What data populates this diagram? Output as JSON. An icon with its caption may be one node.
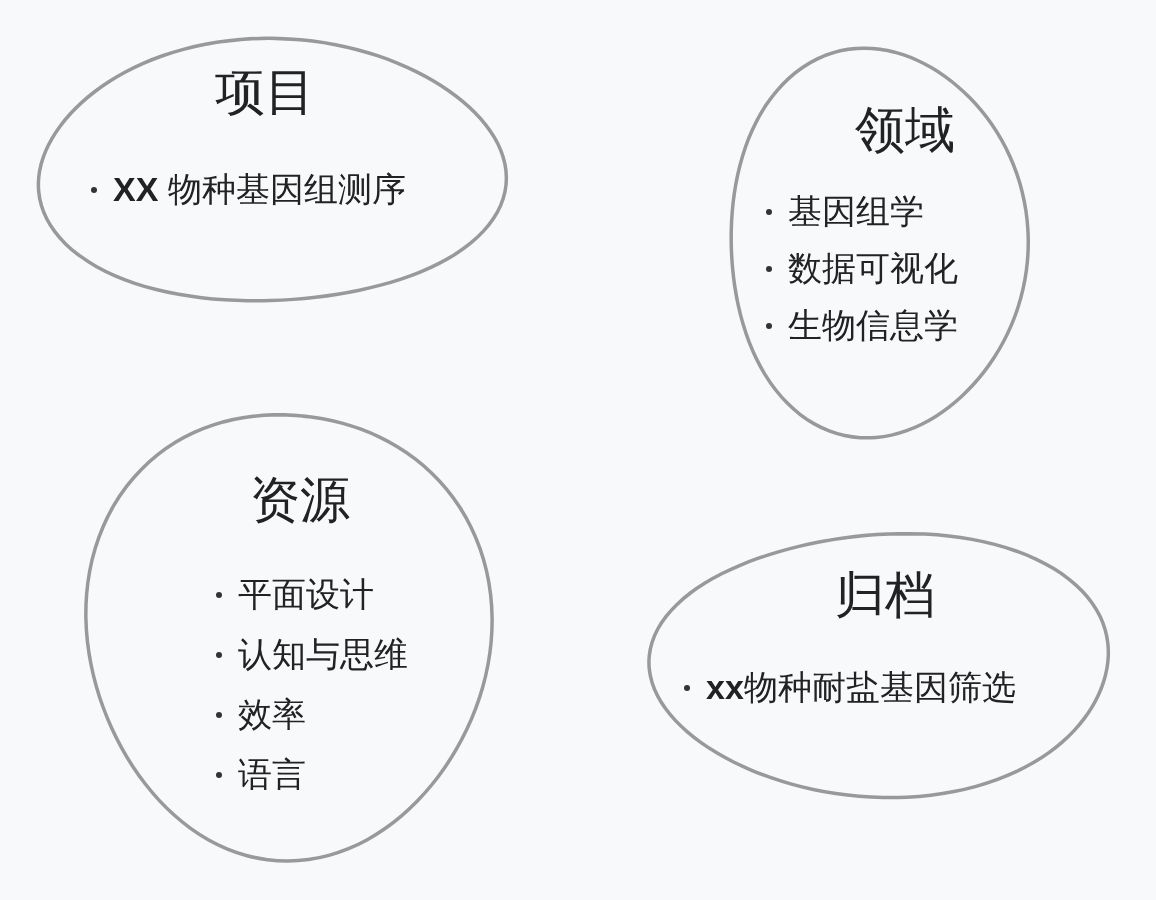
{
  "diagram": {
    "nodes": [
      {
        "text": [
          "项目",
          "**XX** 物种基因组测序"
        ]
      },
      {
        "text": [
          "领域",
          "基因组学",
          "数据可视化",
          "生物信息学"
        ]
      },
      {
        "text": [
          "资源",
          "平面设计",
          "认知与思维",
          "效率",
          "语言"
        ]
      },
      {
        "text": [
          "归档",
          "**xx**物种耐盐基因筛选"
        ]
      }
    ]
  }
}
